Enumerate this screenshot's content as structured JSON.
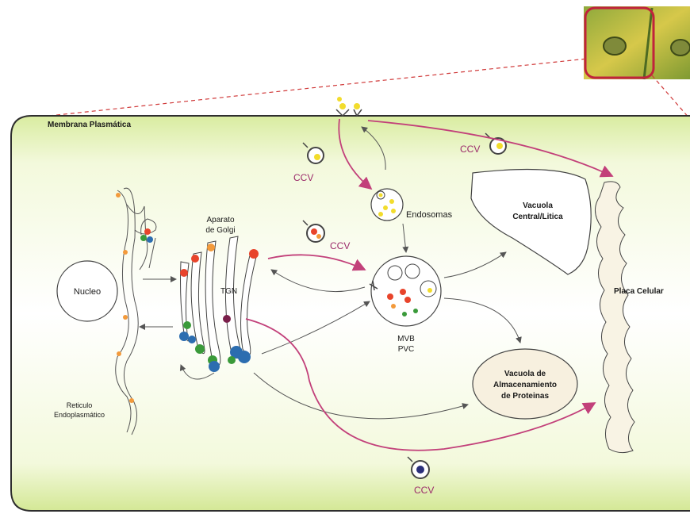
{
  "labels": {
    "membrane": "Membrana Plasmática",
    "nucleus": "Nucleo",
    "er_line1": "Reticulo",
    "er_line2": "Endoplasmático",
    "golgi_line1": "Aparato",
    "golgi_line2": "de Golgi",
    "tgn": "TGN",
    "endosomes": "Endosomas",
    "mvb": "MVB",
    "pvc": "PVC",
    "vacuole_line1": "Vacuola",
    "vacuole_line2": "Central/Litica",
    "storage_line1": "Vacuola de",
    "storage_line2": "Almacenamiento",
    "storage_line3": "de Proteinas",
    "cell_plate": "Placa Celular"
  },
  "ccv_labels": [
    "CCV",
    "CCV",
    "CCV",
    "CCV"
  ],
  "colors": {
    "membrane_fill": "#e4f2b0",
    "membrane_border": "#2e2e2e",
    "secretory_arrow": "#c2407a",
    "ccv_text": "#9b2a6a",
    "inset_border": "#c0233c",
    "cargo_red": "#e8442b",
    "cargo_orange": "#f39a3b",
    "cargo_green": "#3a9a3a",
    "cargo_blue": "#2c6db0",
    "cargo_yellow": "#f2dc2c"
  }
}
